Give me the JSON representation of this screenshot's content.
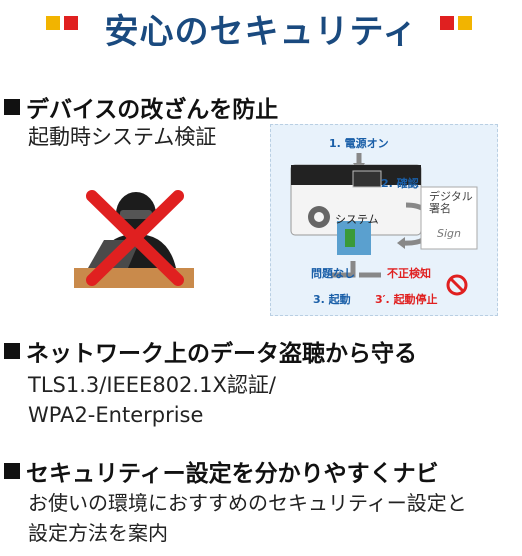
{
  "header": {
    "title": "安心のセキュリティ"
  },
  "sections": [
    {
      "heading": "デバイスの改ざんを防止",
      "lines": [
        "起動時システム検証"
      ]
    },
    {
      "heading": "ネットワーク上のデータ盗聴から守る",
      "lines": [
        "TLS1.3/IEEE802.1X認証/",
        "WPA2-Enterprise"
      ]
    },
    {
      "heading": "セキュリティー設定を分かりやすくナビ",
      "lines": [
        "お使いの環境におすすめのセキュリティー設定と",
        "設定方法を案内"
      ]
    }
  ],
  "illustration": {
    "step1": "1. 電源オン",
    "step2": "2. 確認",
    "system": "システム",
    "signature": "デジタル\n署名",
    "no_issue": "問題なし",
    "tamper": "不正検知",
    "step3": "3. 起動",
    "step3b": "3′. 起動停止",
    "sign_text": "Sign"
  },
  "colors": {
    "title": "#1a4a7f",
    "accent_red": "#e02020",
    "accent_yellow": "#f2b400",
    "illus_blue": "#1a5fa8"
  }
}
